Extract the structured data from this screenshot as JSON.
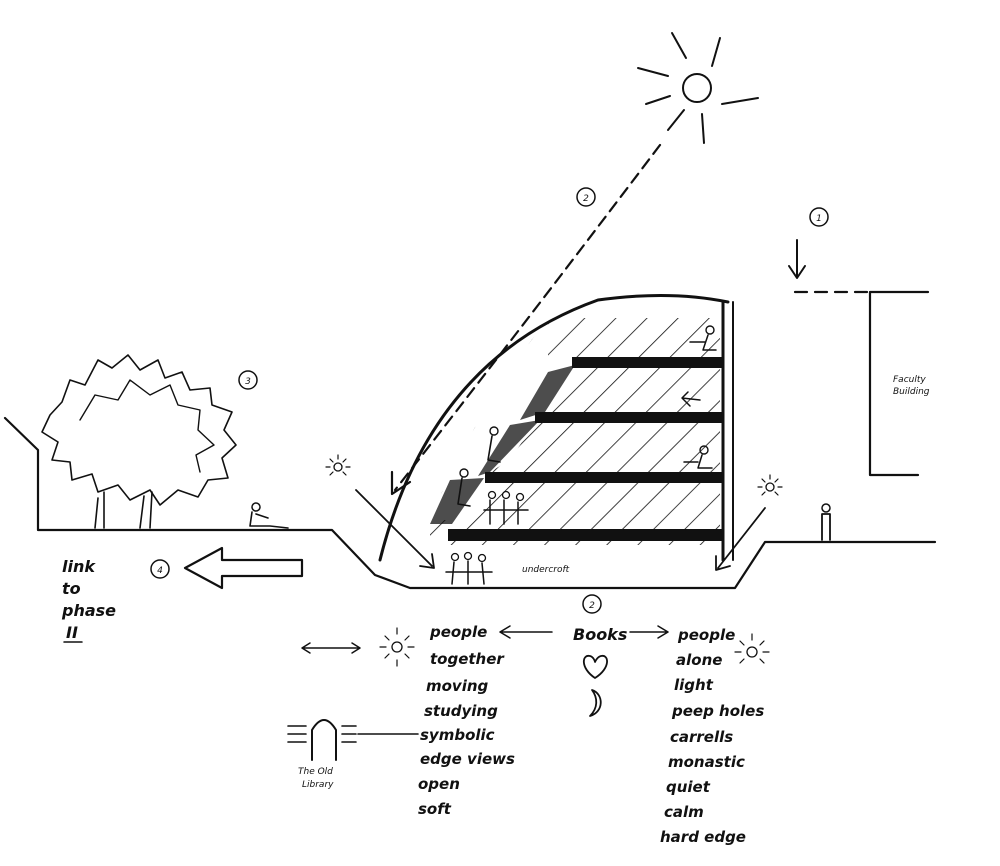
{
  "markers": {
    "m1": "1",
    "m2_top": "2",
    "m2_bottom": "2",
    "m3": "3",
    "m4": "4"
  },
  "labels": {
    "faculty_building": [
      "Faculty",
      "Building"
    ],
    "link_to_phase": [
      "link",
      "to",
      "phase",
      "II"
    ],
    "old_library": [
      "The Old",
      "Library"
    ],
    "undercroft": "undercroft"
  },
  "centre": {
    "books": "Books"
  },
  "left_list": [
    "people",
    "together",
    "moving",
    "studying",
    "symbolic",
    "edge views",
    "open",
    "soft"
  ],
  "right_list": [
    "people",
    "alone",
    "light",
    "peep holes",
    "carrells",
    "monastic",
    "quiet",
    "calm",
    "hard edge"
  ],
  "icons": {
    "sun": "sun-icon",
    "tree": "tree-icon",
    "heart": "heart-icon",
    "moon": "moon-icon"
  }
}
